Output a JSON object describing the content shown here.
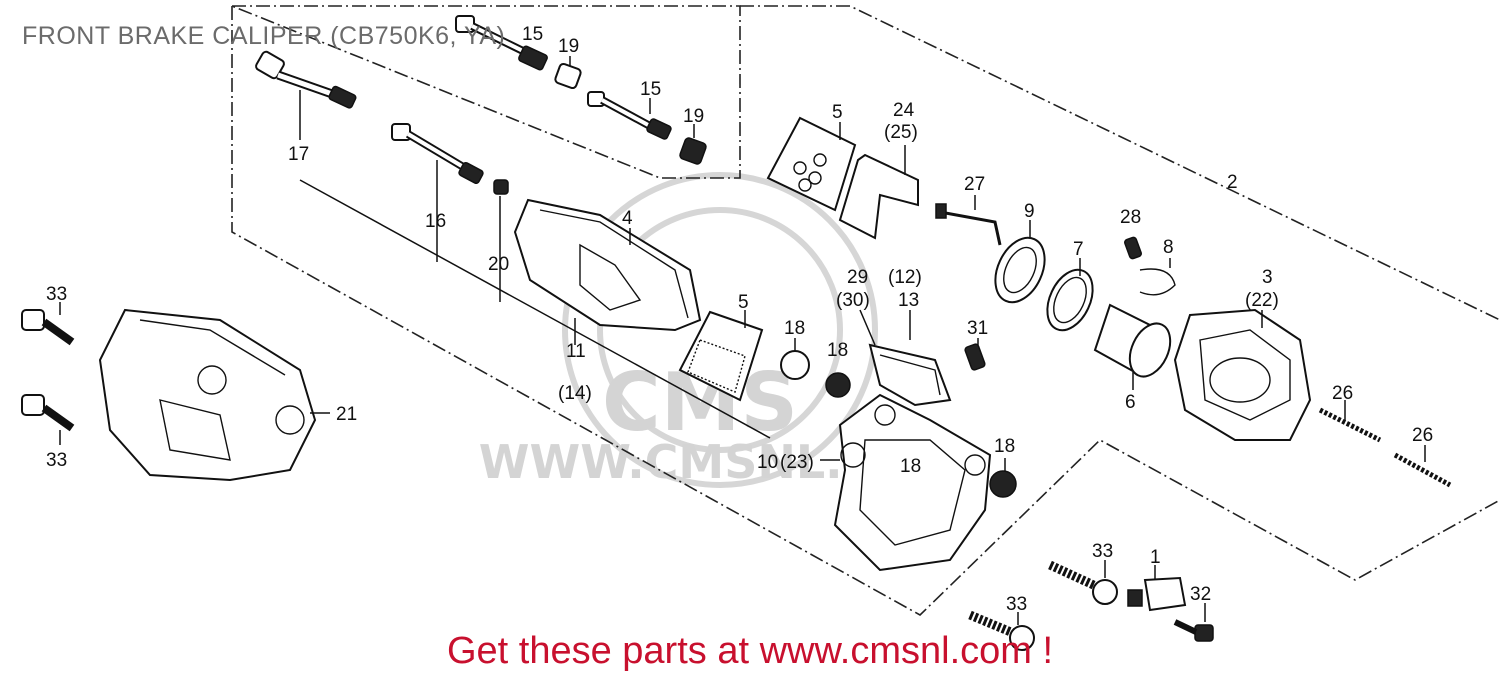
{
  "title": "FRONT BRAKE CALIPER (CB750K6, YA)",
  "promo": "Get these parts at www.cmsnl.com !",
  "watermark": {
    "text": "WWW.CMSNL.COM",
    "logo": "CMS"
  },
  "colors": {
    "promo": "#c8102e",
    "title": "#6b6b6b",
    "line": "#111111",
    "watermark": "#d6d6d6"
  },
  "labels": {
    "l1": "1",
    "l2": "2",
    "l3": "3",
    "l22": "(22)",
    "l4": "4",
    "l5a": "5",
    "l5b": "5",
    "l6": "6",
    "l7": "7",
    "l8": "8",
    "l9": "9",
    "l10": "10",
    "l23": "(23)",
    "l11": "11",
    "l14": "(14)",
    "l12": "(12)",
    "l13": "13",
    "l15a": "15",
    "l15b": "15",
    "l16": "16",
    "l17": "17",
    "l18a": "18",
    "l18b": "18",
    "l18c": "18",
    "l18d": "18",
    "l19a": "19",
    "l19b": "19",
    "l20": "20",
    "l21": "21",
    "l24": "24",
    "l25": "(25)",
    "l26a": "26",
    "l26b": "26",
    "l27": "27",
    "l28": "28",
    "l29": "29",
    "l30": "(30)",
    "l31": "31",
    "l32": "32",
    "l33a": "33",
    "l33b": "33",
    "l33c": "33",
    "l33d": "33"
  }
}
